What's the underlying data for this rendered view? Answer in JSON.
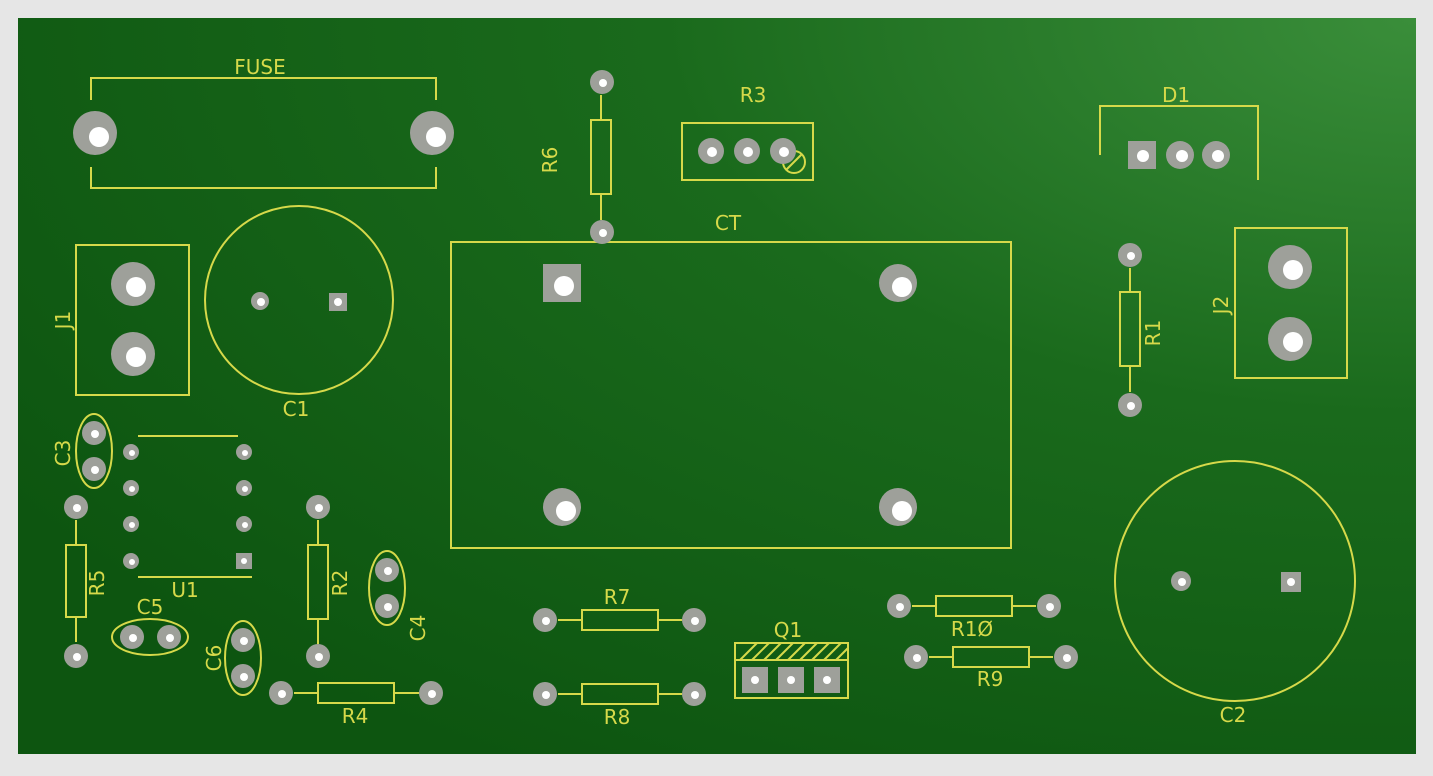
{
  "colors": {
    "background": "#e6e6e6",
    "board_dark": "#0f5a12",
    "board_light": "#3a8e3a",
    "silkscreen": "#d6d94a",
    "pad": "#9ea09a",
    "pad_hole": "#ffffff"
  },
  "labels": {
    "fuse": "FUSE",
    "r6": "R6",
    "r3": "R3",
    "ct": "CT",
    "d1": "D1",
    "j1": "J1",
    "c1": "C1",
    "r1": "R1",
    "j2": "J2",
    "c3": "C3",
    "u1": "U1",
    "r5": "R5",
    "c5": "C5",
    "r2": "R2",
    "c4": "C4",
    "c6": "C6",
    "r4": "R4",
    "r7": "R7",
    "r8": "R8",
    "q1": "Q1",
    "r10": "R1Ø",
    "r9": "R9",
    "c2": "C2"
  }
}
